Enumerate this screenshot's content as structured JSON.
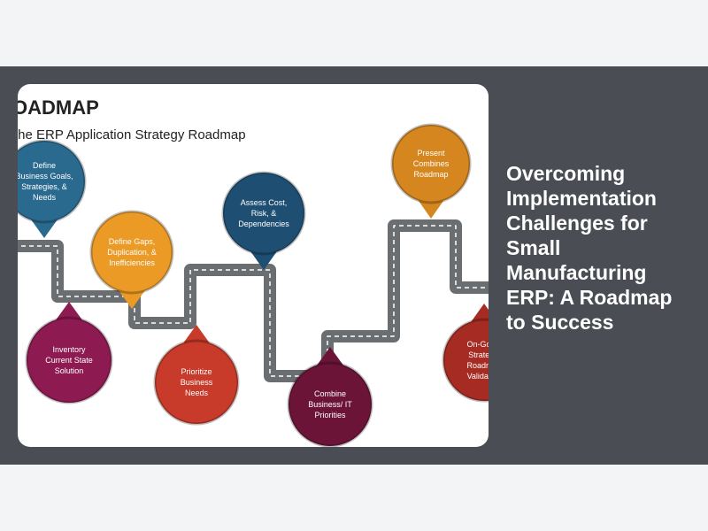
{
  "article": {
    "headline": "Overcoming Implementation Challenges for Small Manufacturing ERP: A Roadmap to Success"
  },
  "image": {
    "title": "OADMAP",
    "subtitle": "the ERP Application Strategy Roadmap",
    "milestones": [
      {
        "lines": [
          "Define",
          "Business Goals,",
          "Strategies, &",
          "Needs"
        ],
        "color": "#2a6a8f"
      },
      {
        "lines": [
          "Inventory",
          "Current State",
          "Solution"
        ],
        "color": "#8e1a52"
      },
      {
        "lines": [
          "Define Gaps,",
          "Duplication, &",
          "Inefficiencies"
        ],
        "color": "#eb9a26"
      },
      {
        "lines": [
          "Prioritize",
          "Business",
          "Needs"
        ],
        "color": "#c83a2a"
      },
      {
        "lines": [
          "Assess Cost,",
          "Risk, &",
          "Dependencies"
        ],
        "color": "#1e4f73"
      },
      {
        "lines": [
          "Combine",
          "Business/ IT",
          "Priorities"
        ],
        "color": "#6b1438"
      },
      {
        "lines": [
          "Present",
          "Combines",
          "Roadmap"
        ],
        "color": "#d5861e"
      },
      {
        "lines": [
          "On-Going",
          "Strategic",
          "Roadmap",
          "Validation"
        ],
        "color": "#a62b22"
      }
    ]
  },
  "colors": {
    "band": "#4a4e54",
    "page": "#f3f4f6",
    "road": "#6b6e71"
  }
}
